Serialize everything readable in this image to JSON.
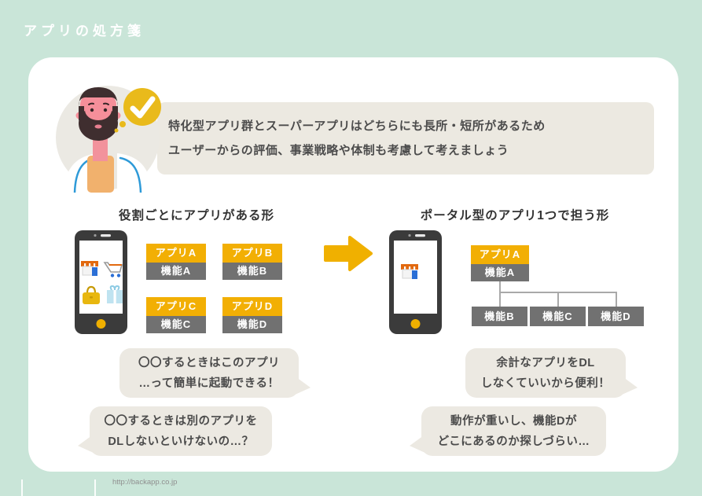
{
  "page": {
    "title": "アプリの処方箋",
    "footer_url": "http://backapp.co.jp"
  },
  "advice": {
    "line1": "特化型アプリ群とスーパーアプリはどちらにも長所・短所があるため",
    "line2": "ユーザーからの評価、事業戦略や体制も考慮して考えましょう"
  },
  "left_section": {
    "heading": "役割ごとにアプリがある形",
    "apps": [
      {
        "app": "アプリA",
        "func": "機能A"
      },
      {
        "app": "アプリB",
        "func": "機能B"
      },
      {
        "app": "アプリC",
        "func": "機能C"
      },
      {
        "app": "アプリD",
        "func": "機能D"
      }
    ],
    "phone_icons": [
      "storefront-icon",
      "cart-icon",
      "bag-icon",
      "gift-icon"
    ]
  },
  "right_section": {
    "heading": "ポータル型のアプリ1つで担う形",
    "root": {
      "app": "アプリA",
      "func": "機能A"
    },
    "children": [
      "機能B",
      "機能C",
      "機能D"
    ],
    "phone_icons": [
      "storefront-icon"
    ]
  },
  "bubbles": {
    "left_pro": {
      "line1": "〇〇するときはこのアプリ",
      "line2": "…って簡単に起動できる！"
    },
    "left_con": {
      "line1": "〇〇するときは別のアプリを",
      "line2": "DLしないといけないの…？"
    },
    "right_pro": {
      "line1": "余計なアプリをDL",
      "line2": "しなくていいから便利！"
    },
    "right_con": {
      "line1": "動作が重いし、機能Dが",
      "line2": "どこにあるのか探しづらい…"
    }
  },
  "icons": {
    "thought_bubble": "check-icon",
    "arrow": "arrow-right-icon",
    "phone_button": "home-button"
  },
  "colors": {
    "background_mint": "#c9e5d8",
    "card_white": "#ffffff",
    "advice_beige": "#ece9e1",
    "bubble_beige": "#ece9e2",
    "app_yellow": "#f2af04",
    "func_gray": "#717171",
    "arrow_yellow": "#f0b000",
    "phone_dark": "#3b3b3b",
    "check_yellow": "#e9ba1b"
  }
}
